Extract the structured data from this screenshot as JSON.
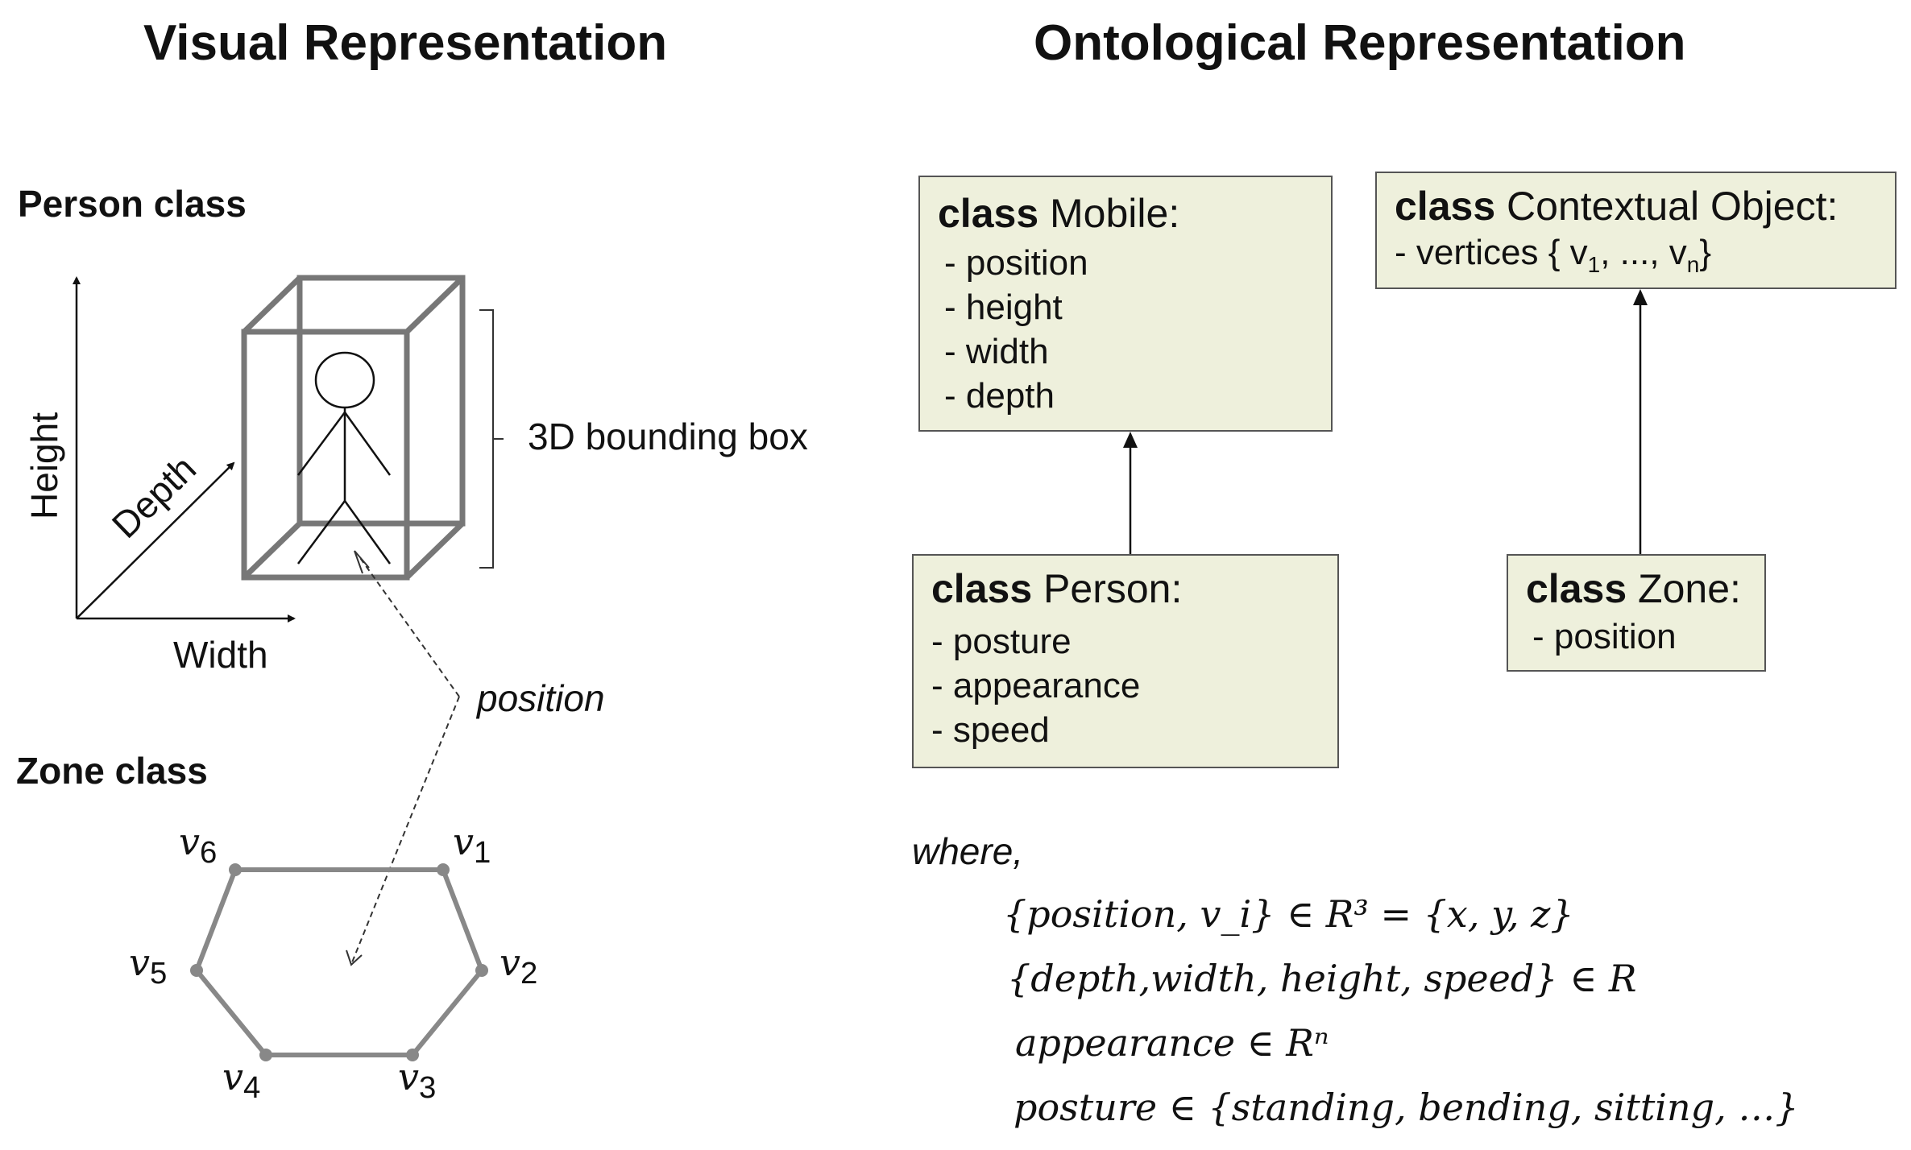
{
  "headings": {
    "visual": "Visual Representation",
    "ontological": "Ontological Representation"
  },
  "visual": {
    "person_class": "Person class",
    "zone_class": "Zone class",
    "axes": {
      "height": "Height",
      "depth": "Depth",
      "width": "Width"
    },
    "bbox_label": "3D bounding box",
    "position_label": "position",
    "vertices": [
      {
        "name": "v",
        "sub": "6"
      },
      {
        "name": "v",
        "sub": "1"
      },
      {
        "name": "v",
        "sub": "5"
      },
      {
        "name": "v",
        "sub": "2"
      },
      {
        "name": "v",
        "sub": "4"
      },
      {
        "name": "v",
        "sub": "3"
      }
    ]
  },
  "ontology": {
    "keyword": "class",
    "mobile": {
      "name": "Mobile:",
      "attrs": [
        "- position",
        "- height",
        "-  width",
        "- depth"
      ]
    },
    "contextual": {
      "name": "Contextual Object:",
      "attr_prefix": "- vertices { v",
      "sub1": "1",
      "mid": ", ..., v",
      "subn": "n",
      "suffix": "}"
    },
    "person": {
      "name": "Person:",
      "attrs": [
        "- posture",
        "- appearance",
        "- speed"
      ]
    },
    "zone": {
      "name": "Zone:",
      "attrs": [
        "- position"
      ]
    }
  },
  "where": {
    "label": "where,",
    "lines": [
      "{position,  v_i} ∈  R³  = {x, y, z}",
      "{depth,width, height, speed} ∈ R",
      "appearance ∈ Rⁿ",
      "posture ∈ {standing, bending, sitting, …}"
    ]
  }
}
